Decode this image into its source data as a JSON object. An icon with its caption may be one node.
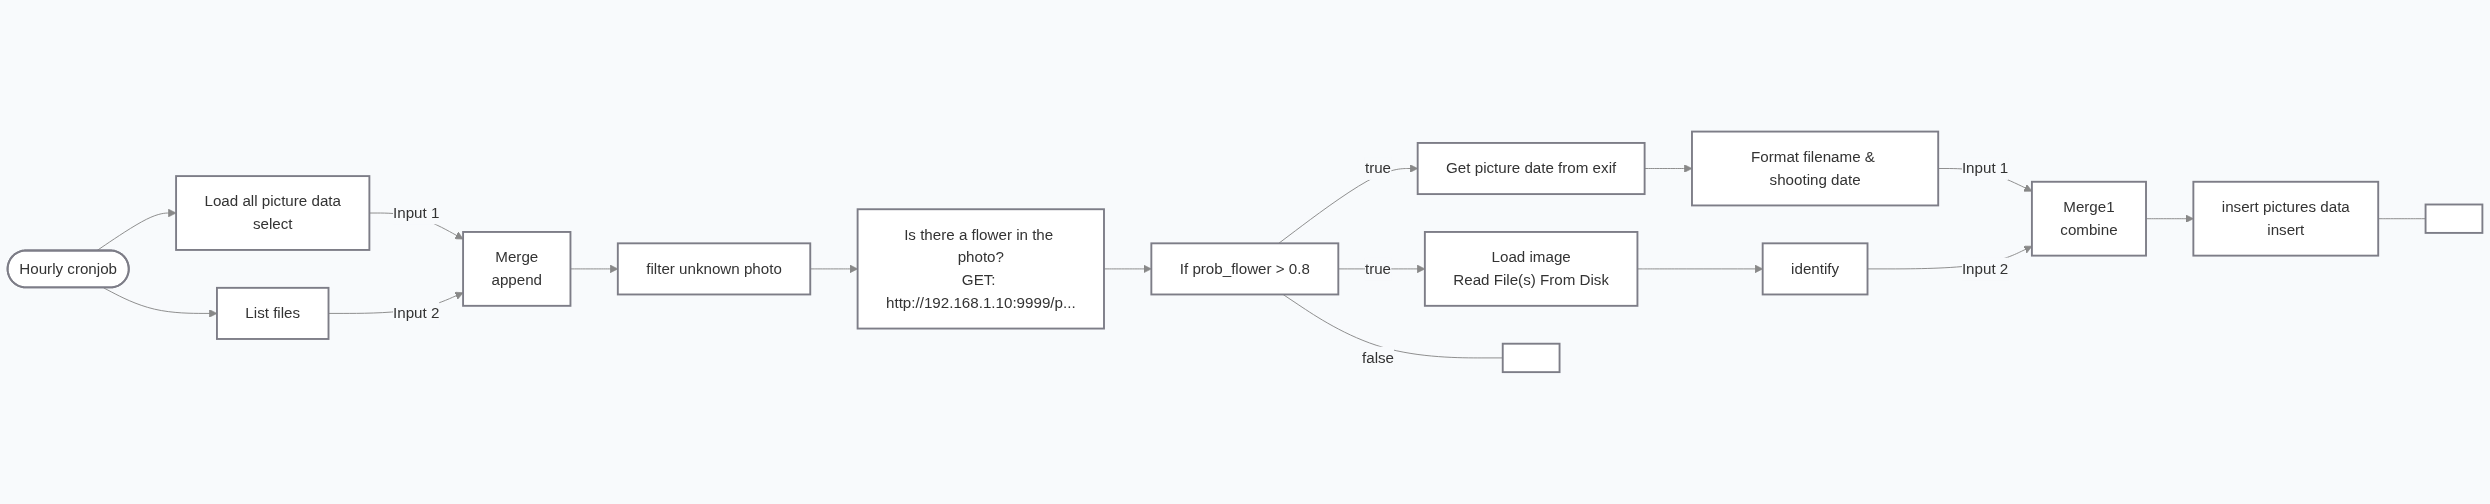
{
  "diagram": {
    "nodes": [
      {
        "text": [
          "Hourly cronjob"
        ]
      },
      {
        "text": [
          "Load all picture data",
          "select"
        ]
      },
      {
        "text": [
          "List files"
        ]
      },
      {
        "text": [
          "Merge",
          "append"
        ]
      },
      {
        "text": [
          "filter unknown photo"
        ]
      },
      {
        "text": [
          "Is there a flower in the photo?",
          "GET: http://192.168.1.10:9999/p..."
        ]
      },
      {
        "text": [
          "If prob_flower > 0.8"
        ]
      },
      {
        "text": [
          "Get picture date from exif"
        ]
      },
      {
        "text": [
          "Format filename & shooting date"
        ]
      },
      {
        "text": [
          "Load image",
          "Read File(s) From Disk"
        ]
      },
      {
        "text": [
          "identify"
        ]
      },
      {
        "text": [
          "Merge1",
          "combine"
        ]
      },
      {
        "text": [
          "insert pictures data",
          "insert"
        ]
      },
      {
        "text": [],
        "shape": "box"
      },
      {
        "text": [],
        "shape": "box"
      }
    ],
    "edges": [
      {
        "from": 0,
        "to": 1,
        "arrow": "to"
      },
      {
        "from": 0,
        "to": 2,
        "arrow": "to"
      },
      {
        "from": 1,
        "to": 3,
        "arrow": "to",
        "label": "Input 1"
      },
      {
        "from": 2,
        "to": 3,
        "arrow": "to",
        "label": "Input 2"
      },
      {
        "from": 3,
        "to": 4,
        "arrow": "to"
      },
      {
        "from": 4,
        "to": 5,
        "arrow": "to"
      },
      {
        "from": 5,
        "to": 6,
        "arrow": "to"
      },
      {
        "from": 6,
        "to": 7,
        "arrow": "to",
        "label": "true"
      },
      {
        "from": 6,
        "to": 9,
        "arrow": "to",
        "label": "true"
      },
      {
        "from": 6,
        "to": 13,
        "arrow": "none",
        "label": "false"
      },
      {
        "from": 7,
        "to": 8,
        "arrow": "to"
      },
      {
        "from": 8,
        "to": 11,
        "arrow": "to",
        "label": "Input 1"
      },
      {
        "from": 9,
        "to": 10,
        "arrow": "to"
      },
      {
        "from": 10,
        "to": 11,
        "arrow": "to",
        "label": "Input 2"
      },
      {
        "from": 11,
        "to": 12,
        "arrow": "to"
      },
      {
        "from": 12,
        "to": 14,
        "arrow": "none"
      }
    ]
  }
}
